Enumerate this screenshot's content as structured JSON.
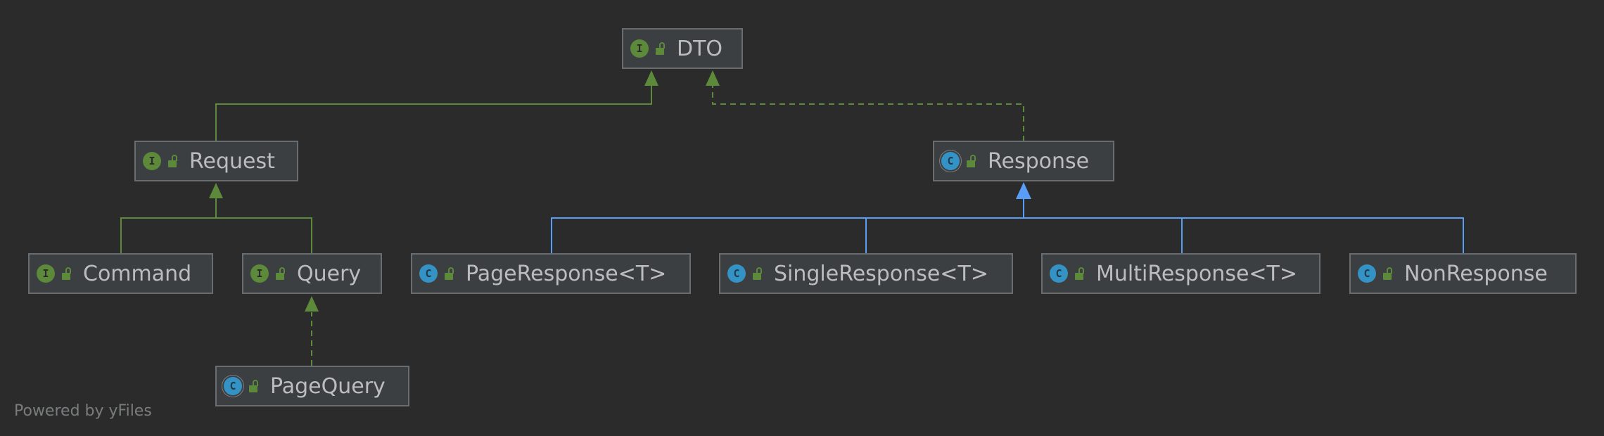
{
  "nodes": {
    "dto": {
      "label": "DTO",
      "kind": "interface",
      "badge": "I"
    },
    "request": {
      "label": "Request",
      "kind": "interface",
      "badge": "I"
    },
    "response": {
      "label": "Response",
      "kind": "abstract-class",
      "badge": "C"
    },
    "command": {
      "label": "Command",
      "kind": "interface",
      "badge": "I"
    },
    "query": {
      "label": "Query",
      "kind": "interface",
      "badge": "I"
    },
    "page_response": {
      "label": "PageResponse<T>",
      "kind": "class",
      "badge": "C"
    },
    "single_response": {
      "label": "SingleResponse<T>",
      "kind": "class",
      "badge": "C"
    },
    "multi_response": {
      "label": "MultiResponse<T>",
      "kind": "class",
      "badge": "C"
    },
    "non_response": {
      "label": "NonResponse",
      "kind": "class",
      "badge": "C"
    },
    "page_query": {
      "label": "PageQuery",
      "kind": "abstract-class",
      "badge": "C"
    }
  },
  "edges": [
    {
      "from": "request",
      "to": "dto",
      "type": "extends",
      "color": "#5d8a3a"
    },
    {
      "from": "response",
      "to": "dto",
      "type": "implements",
      "color": "#5d8a3a"
    },
    {
      "from": "command",
      "to": "request",
      "type": "extends",
      "color": "#5d8a3a"
    },
    {
      "from": "query",
      "to": "request",
      "type": "extends",
      "color": "#5d8a3a"
    },
    {
      "from": "page_query",
      "to": "query",
      "type": "implements",
      "color": "#5d8a3a"
    },
    {
      "from": "page_response",
      "to": "response",
      "type": "extends",
      "color": "#589df6"
    },
    {
      "from": "single_response",
      "to": "response",
      "type": "extends",
      "color": "#589df6"
    },
    {
      "from": "multi_response",
      "to": "response",
      "type": "extends",
      "color": "#589df6"
    },
    {
      "from": "non_response",
      "to": "response",
      "type": "extends",
      "color": "#589df6"
    }
  ],
  "footer": "Powered by yFiles",
  "colors": {
    "background": "#2b2b2b",
    "interface_edge": "#5d8a3a",
    "class_edge": "#589df6",
    "interface_badge": "#5d8a3a",
    "class_badge": "#3592c4"
  }
}
